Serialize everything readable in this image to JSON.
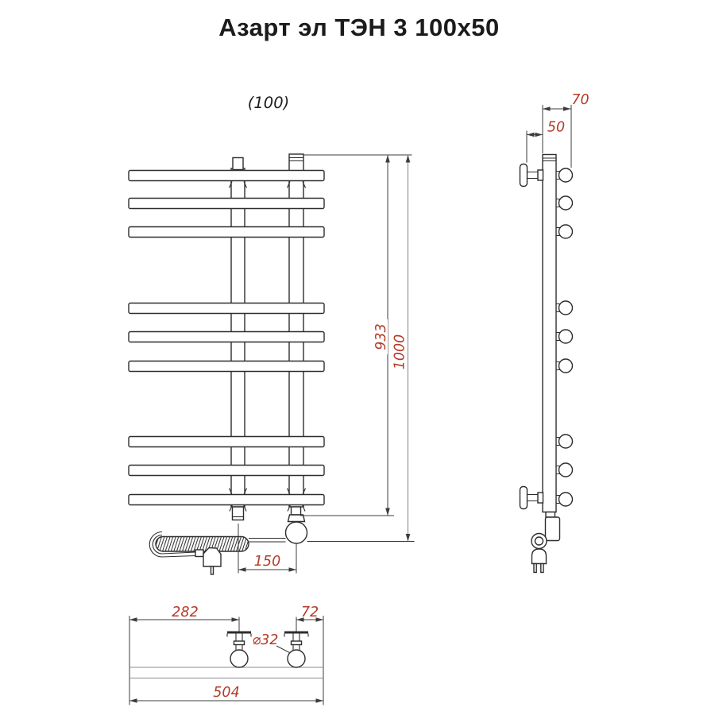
{
  "labels": {
    "title": "Азарт эл ТЭН 3 100х50",
    "front_width": "(100)",
    "height_collector": "933",
    "height_total": "1000",
    "heater_offset": "150",
    "depth_to_bar": "70",
    "depth_to_riser": "50",
    "width_left_to_riser": "282",
    "width_riser_to_edge": "72",
    "riser_diameter": "⌀32",
    "width_total": "504"
  },
  "structure": {
    "towel_bar_count": 9,
    "bar_group_count": 3,
    "riser_count": 2,
    "wall_bracket_count": 2
  },
  "colors": {
    "dimension_text": "#b43b28",
    "line": "#2d2d2d"
  }
}
